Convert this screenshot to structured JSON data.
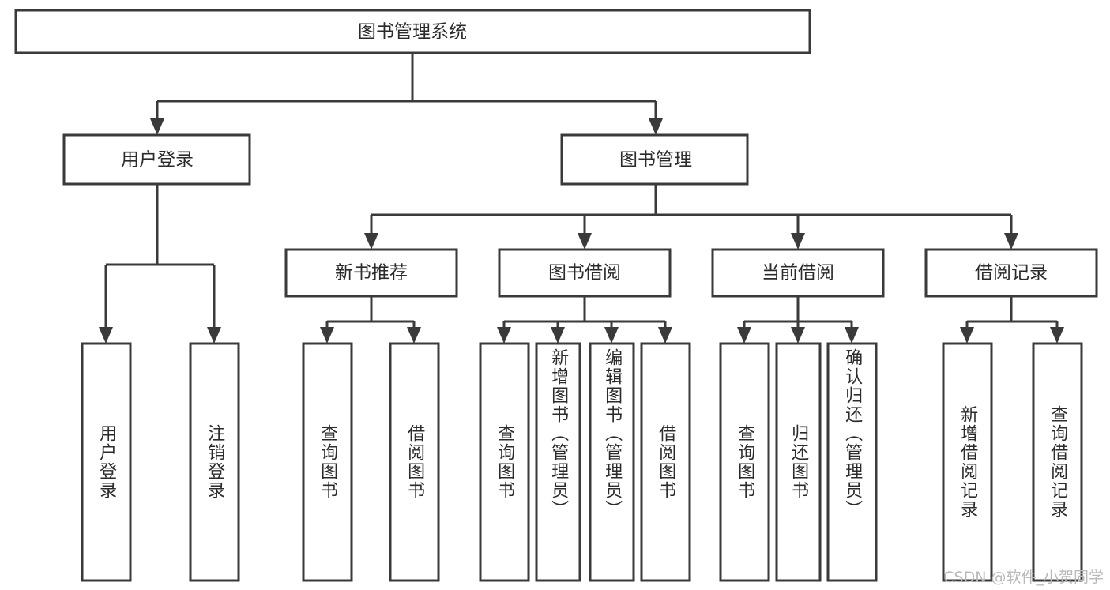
{
  "diagram": {
    "title": "图书管理系统",
    "type": "hierarchy-tree",
    "root": {
      "id": "root",
      "label": "图书管理系统"
    },
    "level2": [
      {
        "id": "user-login",
        "label": "用户登录"
      },
      {
        "id": "book-manage",
        "label": "图书管理"
      }
    ],
    "level3": [
      {
        "id": "new-book-recommend",
        "label": "新书推荐",
        "parent": "book-manage"
      },
      {
        "id": "book-borrow",
        "label": "图书借阅",
        "parent": "book-manage"
      },
      {
        "id": "current-borrow",
        "label": "当前借阅",
        "parent": "book-manage"
      },
      {
        "id": "borrow-record",
        "label": "借阅记录",
        "parent": "book-manage"
      }
    ],
    "leaves": [
      {
        "id": "leaf-user-login",
        "label": "用户登录",
        "parent": "user-login"
      },
      {
        "id": "leaf-logout-login",
        "label": "注销登录",
        "parent": "user-login"
      },
      {
        "id": "leaf-query-book-1",
        "label": "查询图书",
        "parent": "new-book-recommend"
      },
      {
        "id": "leaf-borrow-book-1",
        "label": "借阅图书",
        "parent": "new-book-recommend"
      },
      {
        "id": "leaf-query-book-2",
        "label": "查询图书",
        "parent": "book-borrow"
      },
      {
        "id": "leaf-add-book",
        "label": "新增图书（管理员）",
        "parent": "book-borrow"
      },
      {
        "id": "leaf-edit-book",
        "label": "编辑图书（管理员）",
        "parent": "book-borrow"
      },
      {
        "id": "leaf-borrow-book-2",
        "label": "借阅图书",
        "parent": "book-borrow"
      },
      {
        "id": "leaf-query-book-3",
        "label": "查询图书",
        "parent": "current-borrow"
      },
      {
        "id": "leaf-return-book",
        "label": "归还图书",
        "parent": "current-borrow"
      },
      {
        "id": "leaf-confirm-return",
        "label": "确认归还（管理员）",
        "parent": "current-borrow"
      },
      {
        "id": "leaf-add-record",
        "label": "新增借阅记录",
        "parent": "borrow-record"
      },
      {
        "id": "leaf-query-record",
        "label": "查询借阅记录",
        "parent": "borrow-record"
      }
    ],
    "watermark": "CSDN @软件_小贺同学",
    "colors": {
      "stroke": "#3a3a3a",
      "fill": "#ffffff",
      "text": "#2b2b2b",
      "watermark": "#b9b9b9"
    }
  }
}
